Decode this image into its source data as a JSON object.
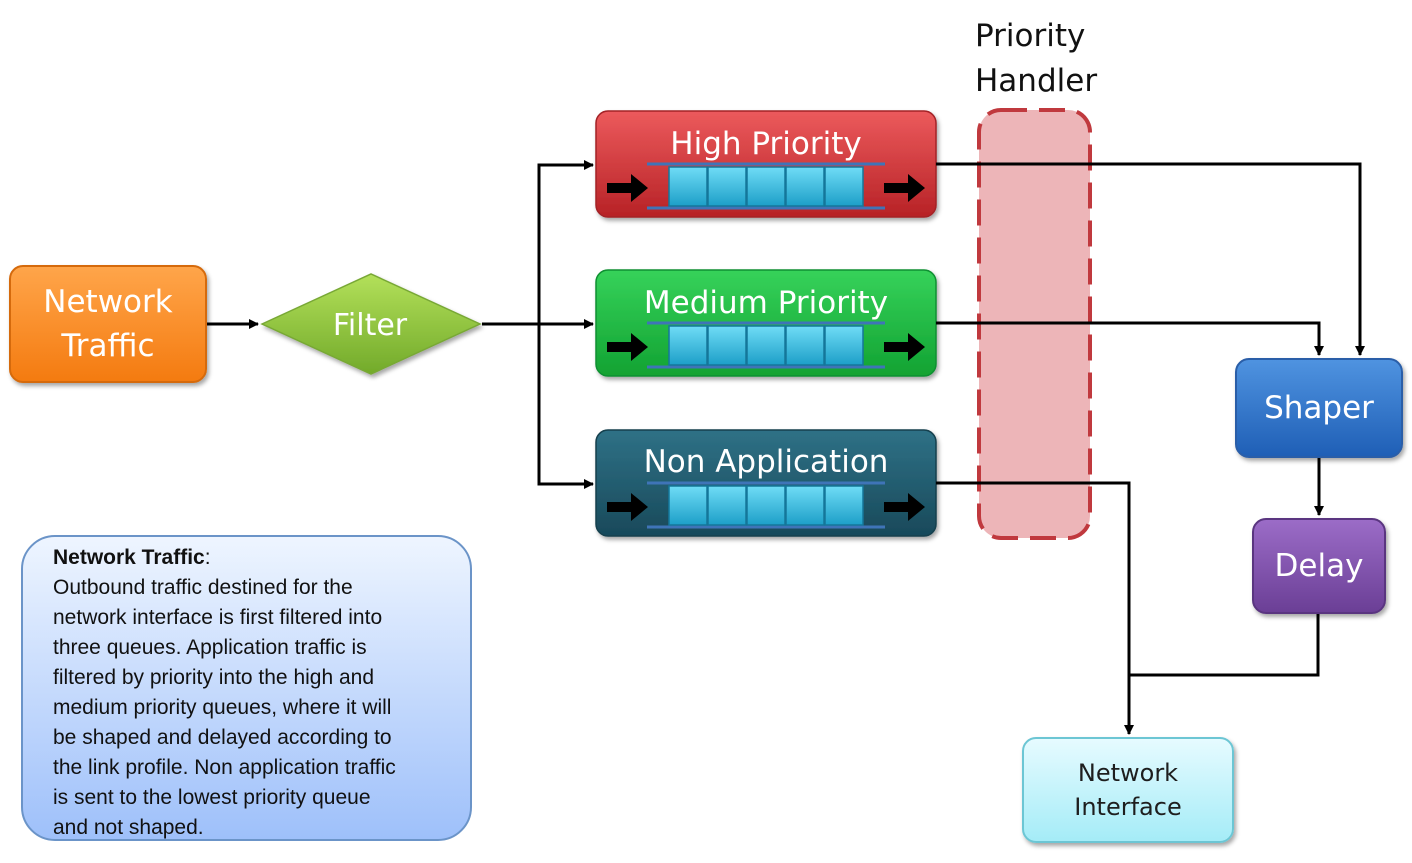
{
  "nodes": {
    "network_traffic": "Network\nTraffic",
    "filter": "Filter",
    "shaper": "Shaper",
    "delay": "Delay",
    "network_interface": "Network\nInterface"
  },
  "queues": [
    {
      "title": "High Priority",
      "color": "#d3363a"
    },
    {
      "title": "Medium Priority",
      "color": "#1dba3f"
    },
    {
      "title": "Non Application",
      "color": "#215a6b"
    }
  ],
  "priority_handler": {
    "title": "Priority\nHandler"
  },
  "note": {
    "heading": "Network Traffic",
    "heading_suffix": ":",
    "lines": [
      "Outbound traffic destined for the",
      "network interface is first filtered into",
      "three queues.  Application traffic is",
      "filtered by priority into the high and",
      "medium priority queues, where it will",
      "be shaped and delayed according to",
      "the link profile.  Non application traffic",
      "is sent to the lowest priority queue",
      "and not shaped."
    ]
  },
  "colors": {
    "network_traffic": "#f58b1f",
    "filter": "#8cc63e",
    "shaper": "#2f74cc",
    "delay": "#7d4fab",
    "network_interface": "#c9f3fa",
    "handler": "#e8a2a6",
    "queue_cell": "#35c4e8",
    "connector": "#000000"
  }
}
